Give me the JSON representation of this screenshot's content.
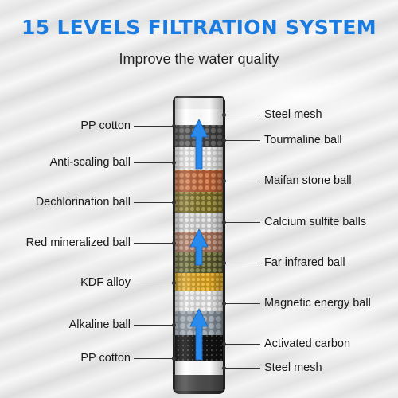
{
  "title": "15 LEVELS FILTRATION SYSTEM",
  "subtitle": "Improve the water quality",
  "left_labels": [
    "PP cotton",
    "Anti-scaling ball",
    "Dechlorination ball",
    "Red mineralized ball",
    "KDF alloy",
    "Alkaline ball",
    "PP cotton"
  ],
  "right_labels": [
    "Steel mesh",
    "Tourmaline ball",
    "Maifan stone ball",
    "Calcium sulfite balls",
    "Far infrared ball",
    "Magnetic energy ball",
    "Activated carbon",
    "Steel mesh"
  ],
  "colors": {
    "title": "#1a7be0",
    "arrow": "#2a8bef"
  }
}
